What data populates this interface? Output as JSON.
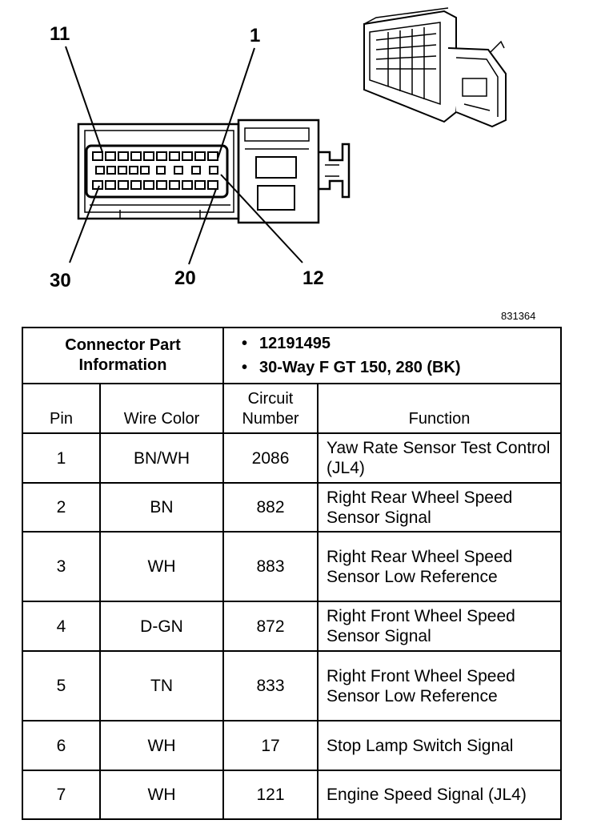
{
  "diagram": {
    "pin_labels": {
      "top_left": "11",
      "top_right": "1",
      "bottom_left": "30",
      "bottom_middle": "20",
      "bottom_right": "12"
    },
    "figure_id": "831364"
  },
  "connector_info": {
    "label": "Connector Part Information",
    "items": [
      "12191495",
      "30-Way F GT 150, 280 (BK)"
    ]
  },
  "table": {
    "headers": {
      "pin": "Pin",
      "wire_color": "Wire Color",
      "circuit_number": "Circuit Number",
      "function": "Function"
    },
    "rows": [
      {
        "pin": "1",
        "wire_color": "BN/WH",
        "circuit": "2086",
        "function": "Yaw Rate Sensor Test Control (JL4)"
      },
      {
        "pin": "2",
        "wire_color": "BN",
        "circuit": "882",
        "function": "Right Rear Wheel Speed Sensor Signal"
      },
      {
        "pin": "3",
        "wire_color": "WH",
        "circuit": "883",
        "function": "Right Rear Wheel Speed Sensor Low Reference"
      },
      {
        "pin": "4",
        "wire_color": "D-GN",
        "circuit": "872",
        "function": "Right Front Wheel Speed Sensor Signal"
      },
      {
        "pin": "5",
        "wire_color": "TN",
        "circuit": "833",
        "function": "Right Front Wheel Speed Sensor Low Reference"
      },
      {
        "pin": "6",
        "wire_color": "WH",
        "circuit": "17",
        "function": "Stop Lamp Switch Signal"
      },
      {
        "pin": "7",
        "wire_color": "WH",
        "circuit": "121",
        "function": "Engine Speed Signal (JL4)"
      }
    ]
  }
}
